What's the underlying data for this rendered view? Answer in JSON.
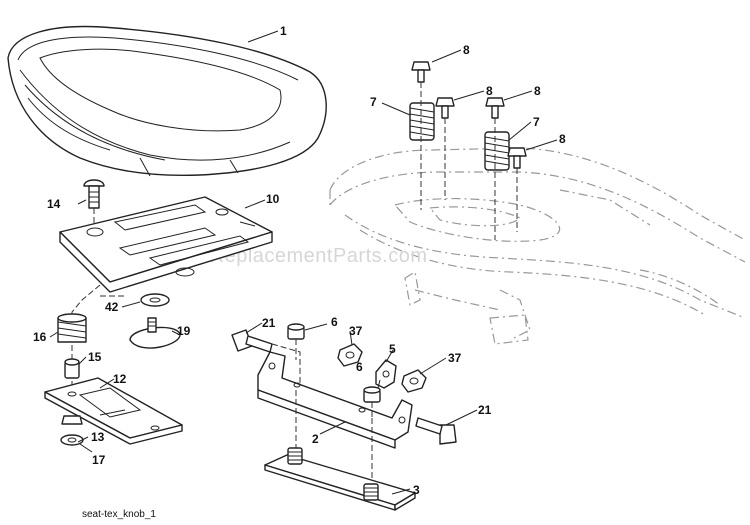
{
  "diagram": {
    "caption": "seat-tex_knob_1",
    "watermark": "eReplacementParts.com",
    "callouts": [
      {
        "id": "c1",
        "label": "1"
      },
      {
        "id": "c2",
        "label": "2"
      },
      {
        "id": "c3",
        "label": "3"
      },
      {
        "id": "c5",
        "label": "5"
      },
      {
        "id": "c6a",
        "label": "6"
      },
      {
        "id": "c6b",
        "label": "6"
      },
      {
        "id": "c7a",
        "label": "7"
      },
      {
        "id": "c7b",
        "label": "7"
      },
      {
        "id": "c8a",
        "label": "8"
      },
      {
        "id": "c8b",
        "label": "8"
      },
      {
        "id": "c8c",
        "label": "8"
      },
      {
        "id": "c8d",
        "label": "8"
      },
      {
        "id": "c10",
        "label": "10"
      },
      {
        "id": "c12",
        "label": "12"
      },
      {
        "id": "c13",
        "label": "13"
      },
      {
        "id": "c14",
        "label": "14"
      },
      {
        "id": "c15",
        "label": "15"
      },
      {
        "id": "c16",
        "label": "16"
      },
      {
        "id": "c17",
        "label": "17"
      },
      {
        "id": "c19",
        "label": "19"
      },
      {
        "id": "c21a",
        "label": "21"
      },
      {
        "id": "c21b",
        "label": "21"
      },
      {
        "id": "c37a",
        "label": "37"
      },
      {
        "id": "c37b",
        "label": "37"
      },
      {
        "id": "c42",
        "label": "42"
      }
    ]
  }
}
